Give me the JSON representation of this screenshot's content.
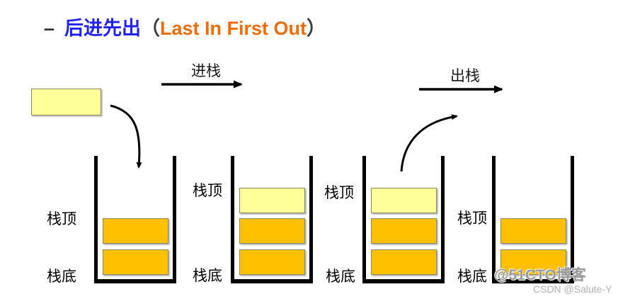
{
  "title": {
    "dash": "–",
    "chinese": "后进先出",
    "paren_open": "（",
    "english": "Last In First Out",
    "paren_close": "）",
    "chinese_color": "#2222ee",
    "english_color": "#ee6c0a"
  },
  "operations": {
    "push_label": "进栈",
    "pop_label": "出栈"
  },
  "labels": {
    "stack_top": "栈顶",
    "stack_bottom": "栈底"
  },
  "stacks": [
    {
      "name": "stack-1",
      "items": [
        "orange",
        "orange"
      ]
    },
    {
      "name": "stack-2",
      "items": [
        "yellow",
        "orange",
        "orange"
      ]
    },
    {
      "name": "stack-3",
      "items": [
        "yellow",
        "orange",
        "orange"
      ]
    },
    {
      "name": "stack-4",
      "items": [
        "orange",
        "orange"
      ]
    }
  ],
  "colors": {
    "orange": "#ffc000",
    "yellow": "#ffff99",
    "wall": "#000000"
  },
  "watermarks": {
    "cto": "@51CTO博客",
    "csdn": "CSDN @Salute-Y"
  }
}
